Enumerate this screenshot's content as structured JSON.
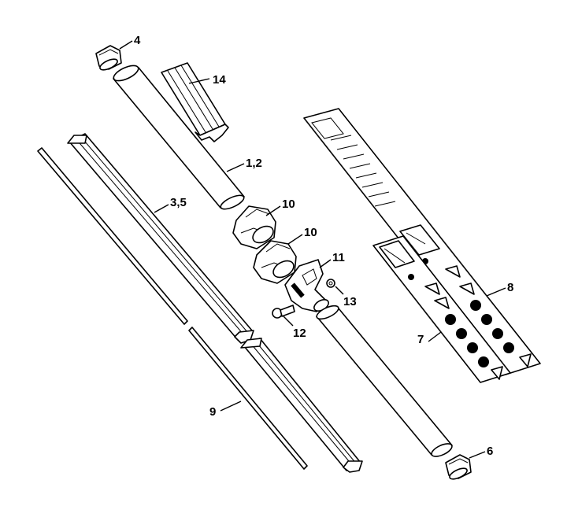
{
  "labels": {
    "p4": "4",
    "p14": "14",
    "p12a": "1,2",
    "p35": "3,5",
    "p10a": "10",
    "p10b": "10",
    "p11": "11",
    "p13": "13",
    "p12": "12",
    "p8": "8",
    "p7": "7",
    "p9": "9",
    "p6": "6"
  },
  "colors": {
    "line": "#000000",
    "background": "#ffffff"
  }
}
